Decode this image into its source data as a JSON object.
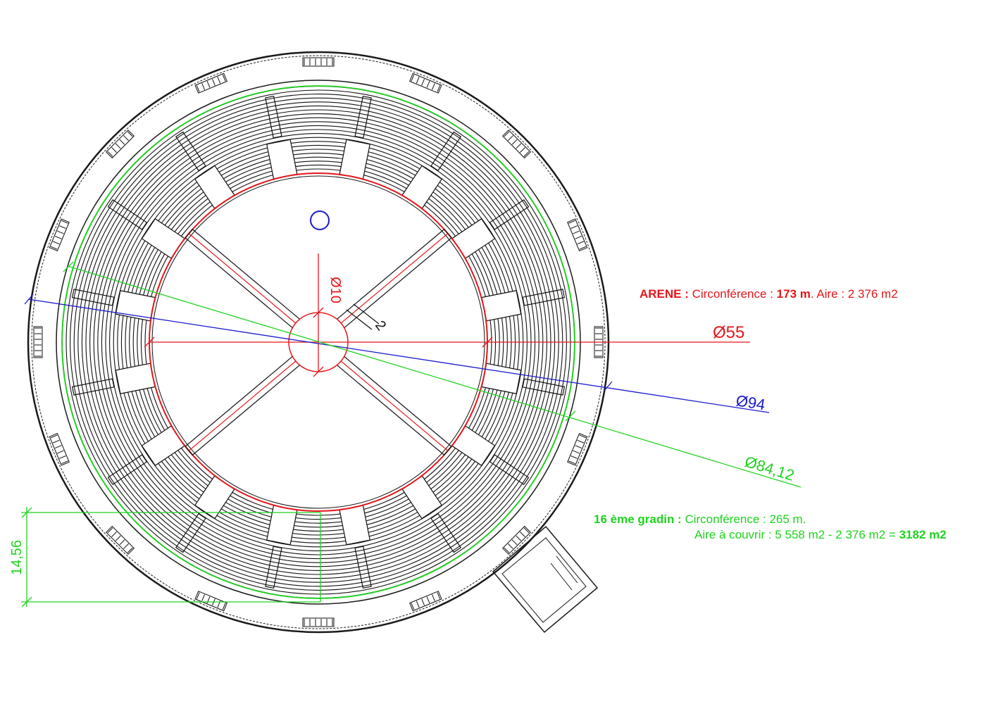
{
  "arena": {
    "label": "ARENE :",
    "circ_prefix": "Circonférence :",
    "circ_value": "173 m",
    "area_text": ". Aire : 2 376 m2"
  },
  "tier": {
    "label": "16 ème gradin :",
    "circ_text": "Circonférence : 265 m.",
    "area_text": "Aire à couvrir : 5 558 m2 - 2 376 m2 =",
    "area_result": "3182 m2"
  },
  "dimensions": {
    "d_arena": "Ø55",
    "d_outer": "Ø94",
    "d_tier": "Ø84,12",
    "d_center": "Ø10",
    "beam_width": "2",
    "tier_depth": "14,56"
  },
  "colors": {
    "red": "#e5161b",
    "green": "#1fd31f",
    "blue": "#1a1acc",
    "ink": "#111111"
  }
}
